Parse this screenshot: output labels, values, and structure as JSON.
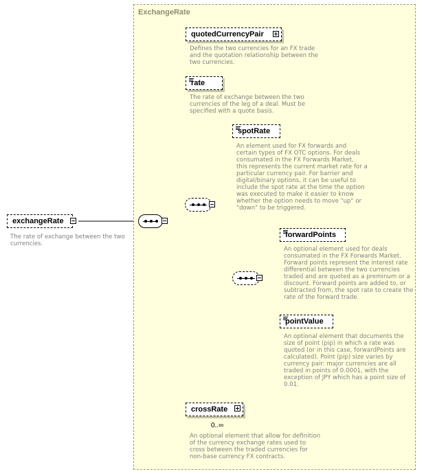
{
  "type_name": "ExchangeRate",
  "root": {
    "name": "exchangeRate",
    "doc": "The rate of exchange between the two\ncurrencies."
  },
  "elements": {
    "quotedCurrencyPair": {
      "name": "quotedCurrencyPair",
      "doc": "Defines the two currencies for an FX trade\nand the quotation relationship between the\ntwo currencies."
    },
    "rate": {
      "name": "rate",
      "doc": "The rate of exchange between the two\ncurrencies of the leg of a deal. Must be\nspecified with a quote basis."
    },
    "spotRate": {
      "name": "spotRate",
      "doc": "An element used for FX forwards and\ncertain types of FX OTC options. For deals\nconsumated in the FX Forwards Market,\nthis represents the current market rate for a\nparticular currency pair. For barrier and\ndigital/binary options, it can be useful to\ninclude the spot rate at the time the option\nwas executed to make it easier to know\nwhether the option needs to move \"up\" or\n\"down\" to be triggered."
    },
    "forwardPoints": {
      "name": "forwardPoints",
      "doc": "An optional element used for deals\nconsumated in the FX Forwards Market.\nForward points represent the interest rate\ndifferential between the two currencies\ntraded and are quoted as a preminum or a\ndiscount. Forward points are added to, or\nsubtracted from, the spot rate to create the\nrate of the forward trade."
    },
    "pointValue": {
      "name": "pointValue",
      "doc": "An optional element that documents the\nsize of point (pip) in which a rate was\nquoted (or in this case, forwardPoints are\ncalculated). Point (pip) size varies by\ncurrency pair: major currencies are all\ntraded in points of 0.0001, with the\nexception of JPY which has a point size of\n0.01."
    },
    "crossRate": {
      "name": "crossRate",
      "occurs": "0..∞",
      "doc": "An optional element that allow for definition\nof the currency exchange rates used to\ncross between the traded currencies for\nnon-base currency FX contracts."
    }
  },
  "colors": {
    "type_background": "#ffffdd",
    "type_border": "#9a9a7a",
    "doc_text": "#808080"
  },
  "icons": [
    "expand-plus-icon",
    "collapse-minus-icon",
    "sequence-compositor-icon",
    "documentation-icon"
  ]
}
